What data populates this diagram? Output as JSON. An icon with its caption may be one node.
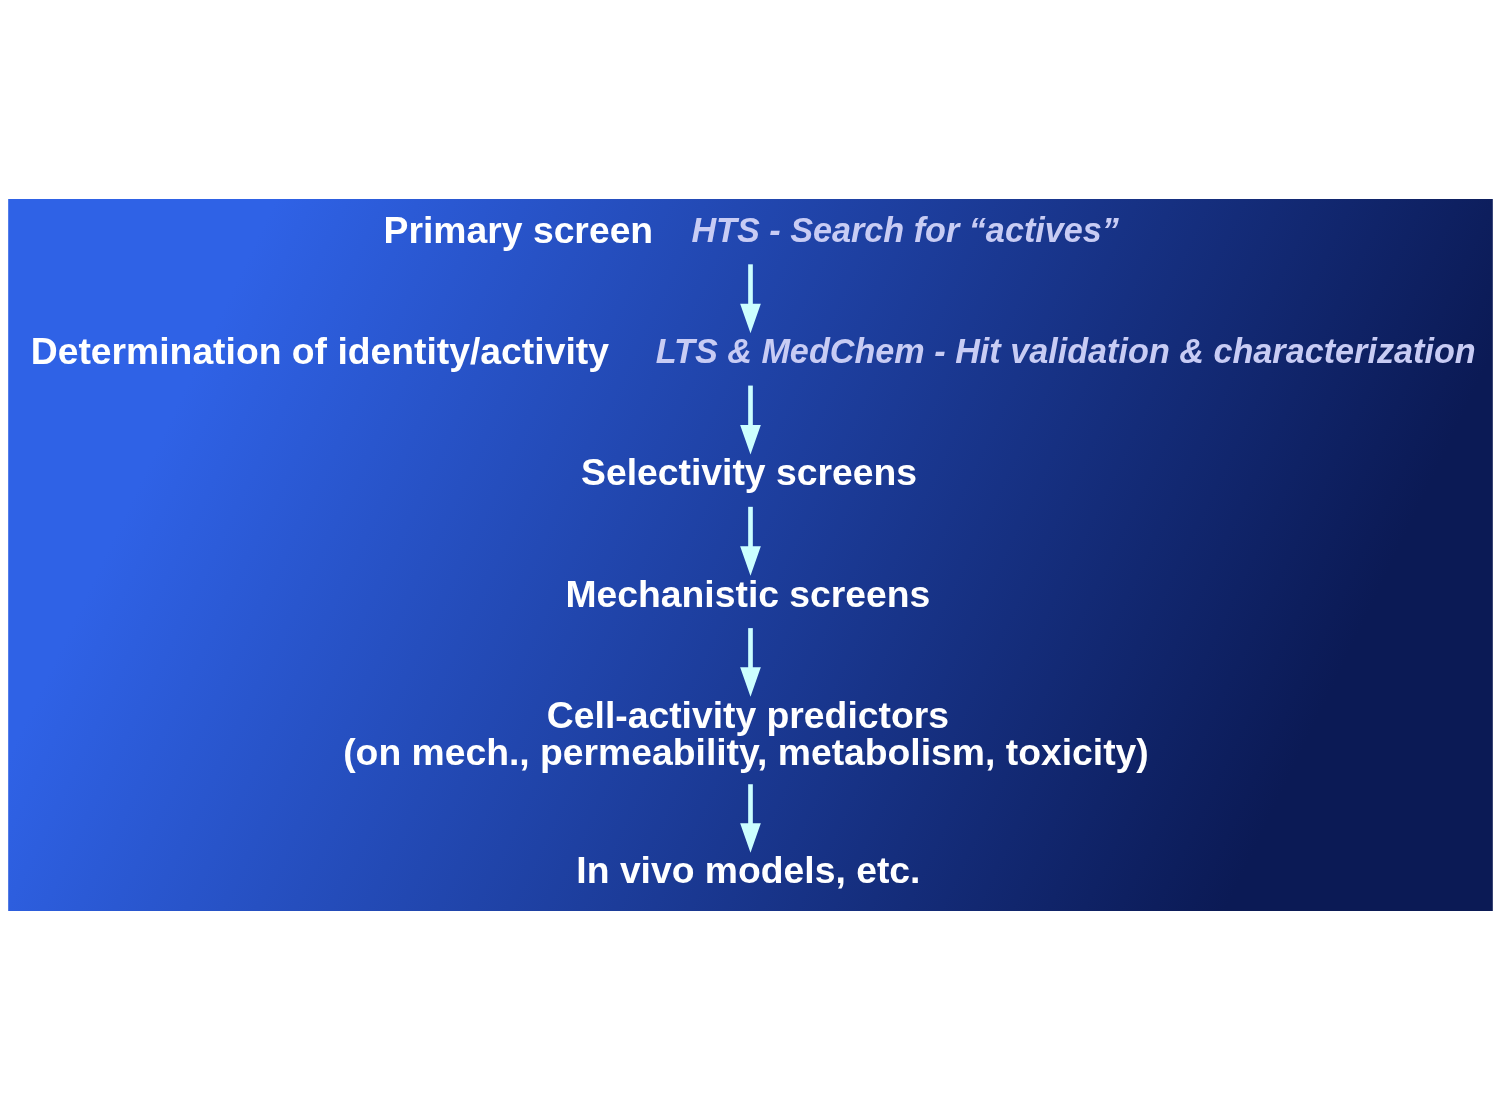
{
  "diagram": {
    "nodes": [
      {
        "text": [
          "Primary screen"
        ],
        "beside": [
          "HTS - Search for “actives”"
        ]
      },
      {
        "text": [
          "Determination of identity/activity"
        ],
        "beside": [
          "LTS & MedChem - Hit validation & characterization"
        ]
      },
      {
        "text": [
          "Selectivity screens"
        ]
      },
      {
        "text": [
          "Mechanistic screens"
        ]
      },
      {
        "text": [
          "Cell-activity predictors",
          "(on mech., permeability, metabolism, toxicity)"
        ]
      },
      {
        "text": [
          "In vivo models, etc."
        ]
      }
    ],
    "edges": [
      {
        "from": 0,
        "to": 1,
        "arrow": "to"
      },
      {
        "from": 1,
        "to": 2,
        "arrow": "to"
      },
      {
        "from": 2,
        "to": 3,
        "arrow": "to"
      },
      {
        "from": 3,
        "to": 4,
        "arrow": "to"
      },
      {
        "from": 4,
        "to": 5,
        "arrow": "to"
      }
    ]
  }
}
